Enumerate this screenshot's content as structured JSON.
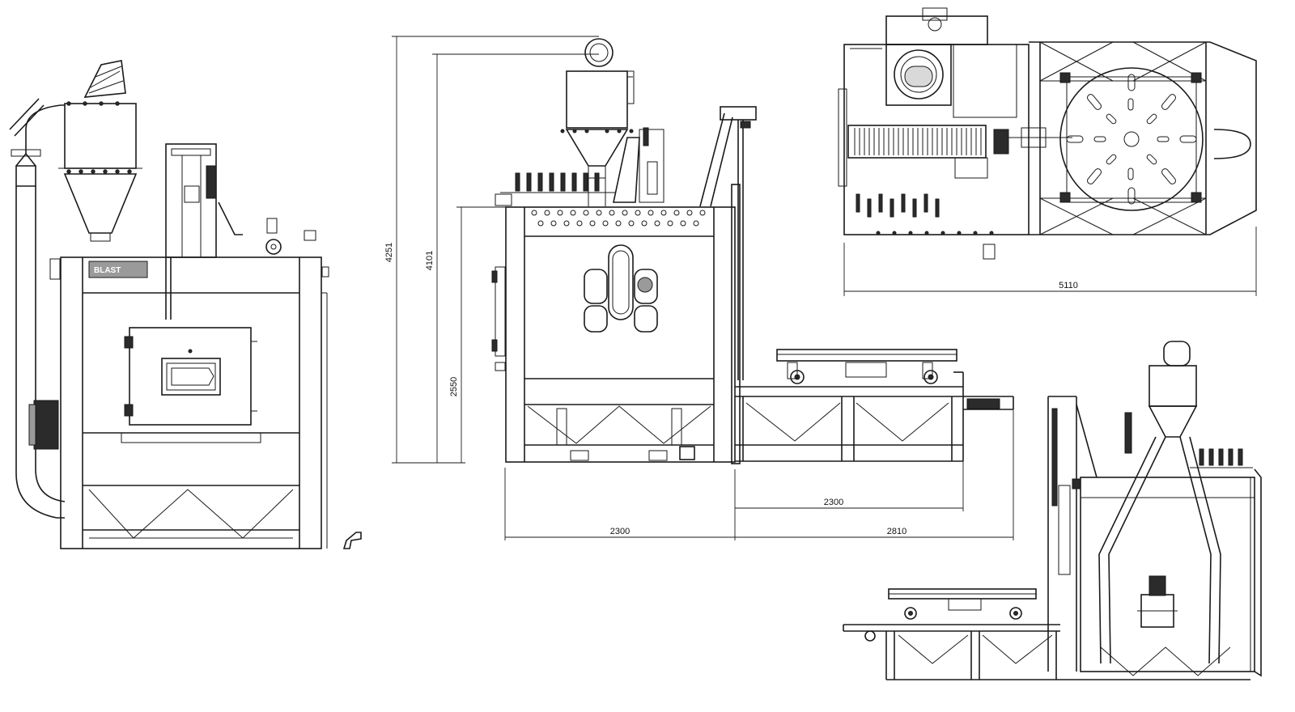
{
  "dimensions": {
    "total_height": "4251",
    "hopper_height": "4101",
    "cabinet_height": "2550",
    "cabinet_width": "2300",
    "track_length": "2300",
    "extension_length": "2810",
    "plan_length": "5110"
  },
  "logo_text": "BLAST"
}
